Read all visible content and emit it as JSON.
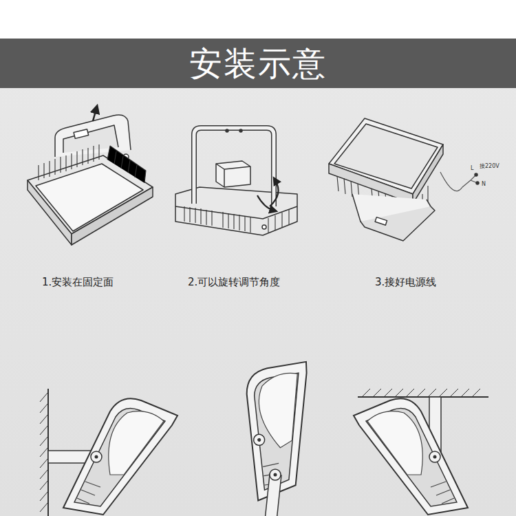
{
  "diagram": {
    "title": "安装示意",
    "labels": [
      "1.安装在固定面",
      "2.可以旋转调节角度",
      "3.接好电源线",
      "L",
      "接220V",
      "N"
    ]
  }
}
